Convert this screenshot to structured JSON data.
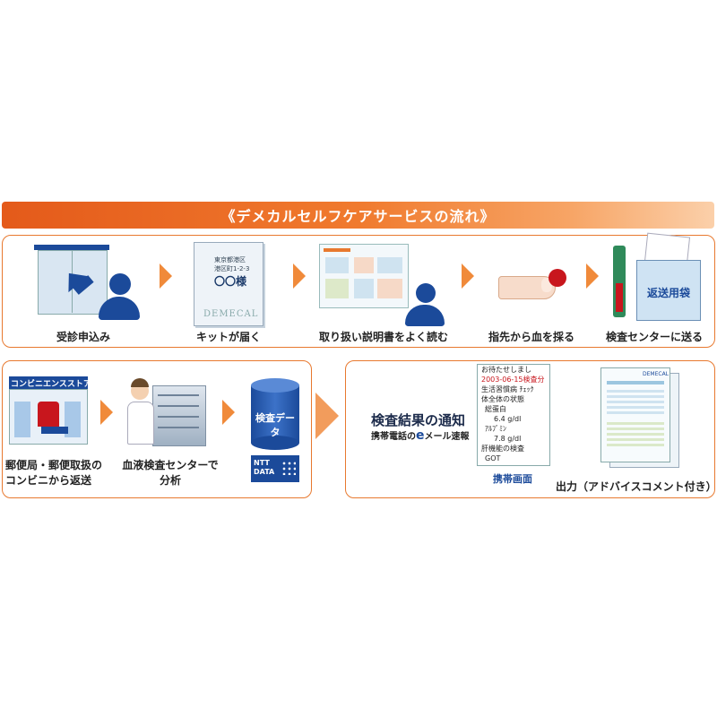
{
  "title": "《デメカルセルフケアサービスの流れ》",
  "row1": {
    "steps": [
      {
        "label": "受診申込み",
        "icon": "reception-desk-icon"
      },
      {
        "label": "キットが届く",
        "icon": "kit-package-icon"
      },
      {
        "label": "取り扱い説明書をよく読む",
        "icon": "manual-reading-icon"
      },
      {
        "label": "指先から血を採る",
        "icon": "finger-blood-icon"
      },
      {
        "label": "検査センターに送る",
        "icon": "return-envelope-icon"
      }
    ],
    "kit_box": {
      "lines": [
        "東京都港区",
        "港区町1-2-3"
      ],
      "name": "〇〇様",
      "brand": "DEMECAL"
    },
    "envelope_label": "返送用袋"
  },
  "row2": {
    "store_sign": "コンビニエンスストア",
    "step1_label": [
      "郵便局・郵便取扱の",
      "コンビニから返送"
    ],
    "step2_label": [
      "血液検査センターで",
      "分析"
    ],
    "db_label": "検査データ",
    "ntt_logo": [
      "NTT",
      "DATA"
    ]
  },
  "results": {
    "title": "検査結果の通知",
    "subtitle_prefix": "携帯電話の",
    "subtitle_e": "e",
    "subtitle_suffix": "メール速報",
    "phone_caption": "携帯画面",
    "print_caption": "出力（アドバイスコメント付き）",
    "phone": {
      "lines": [
        "お待たせしまし",
        "2003-06-15検査分",
        "生活習慣病 ﾁｪｯｸ",
        "体全体の状態",
        "総蛋白",
        "6.4 g/dl",
        "ｱﾙﾌﾞﾐﾝ",
        "7.8 g/dl",
        "肝機能の検査",
        "GOT"
      ]
    },
    "report_brand": "DEMECAL"
  },
  "colors": {
    "accent": "#e8792f",
    "navy": "#1b4a9a",
    "red": "#c8161d"
  }
}
